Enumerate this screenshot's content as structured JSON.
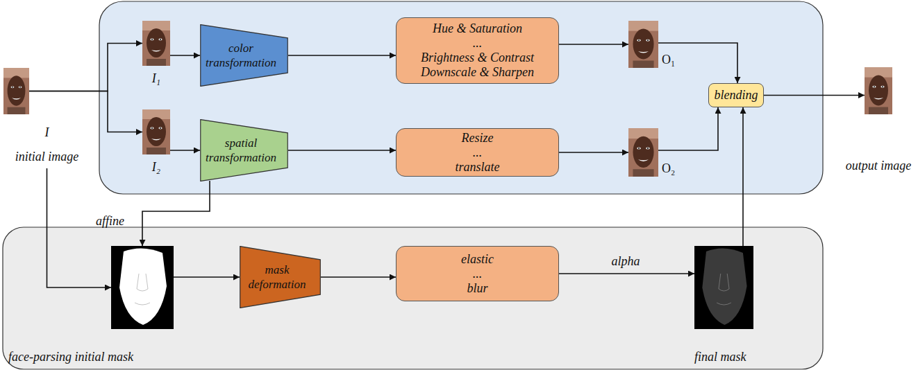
{
  "diagram": {
    "nodes": [
      {
        "text": [
          "I",
          "initial image"
        ]
      },
      {
        "text": [
          "I₁"
        ]
      },
      {
        "text": [
          "I₂"
        ]
      },
      {
        "text": [
          "color transformation"
        ]
      },
      {
        "text": [
          "spatial transformation"
        ]
      },
      {
        "text": [
          "Hue & Saturation",
          "...",
          "Brightness & Contrast",
          "Downscale & Sharpen"
        ]
      },
      {
        "text": [
          "Resize",
          "...",
          "translate"
        ]
      },
      {
        "text": [
          "O₁"
        ]
      },
      {
        "text": [
          "O₂"
        ]
      },
      {
        "text": [
          "blending"
        ]
      },
      {
        "text": [
          "output image"
        ]
      },
      {
        "text": [
          "face-parsing initial mask"
        ]
      },
      {
        "text": [
          "mask deformation"
        ]
      },
      {
        "text": [
          "elastic",
          "...",
          "blur"
        ]
      },
      {
        "text": [
          "final mask"
        ]
      }
    ],
    "edges": [
      {
        "from": 0,
        "to": 1,
        "arrow": "to"
      },
      {
        "from": 0,
        "to": 2,
        "arrow": "to"
      },
      {
        "from": 1,
        "to": 3,
        "arrow": "to"
      },
      {
        "from": 3,
        "to": 5,
        "arrow": "to"
      },
      {
        "from": 5,
        "to": 7,
        "arrow": "to"
      },
      {
        "from": 7,
        "to": 9,
        "arrow": "to"
      },
      {
        "from": 2,
        "to": 4,
        "arrow": "to"
      },
      {
        "from": 4,
        "to": 6,
        "arrow": "to"
      },
      {
        "from": 6,
        "to": 8,
        "arrow": "to"
      },
      {
        "from": 8,
        "to": 9,
        "arrow": "to"
      },
      {
        "from": 9,
        "to": 10,
        "arrow": "to"
      },
      {
        "from": 4,
        "to": 11,
        "label": "affine",
        "arrow": "to"
      },
      {
        "from": 0,
        "to": 11,
        "arrow": "to"
      },
      {
        "from": 11,
        "to": 12,
        "arrow": "to"
      },
      {
        "from": 12,
        "to": 13,
        "arrow": "to"
      },
      {
        "from": 13,
        "to": 14,
        "label": "alpha",
        "arrow": "to"
      },
      {
        "from": 14,
        "to": 9,
        "arrow": "to"
      }
    ]
  }
}
